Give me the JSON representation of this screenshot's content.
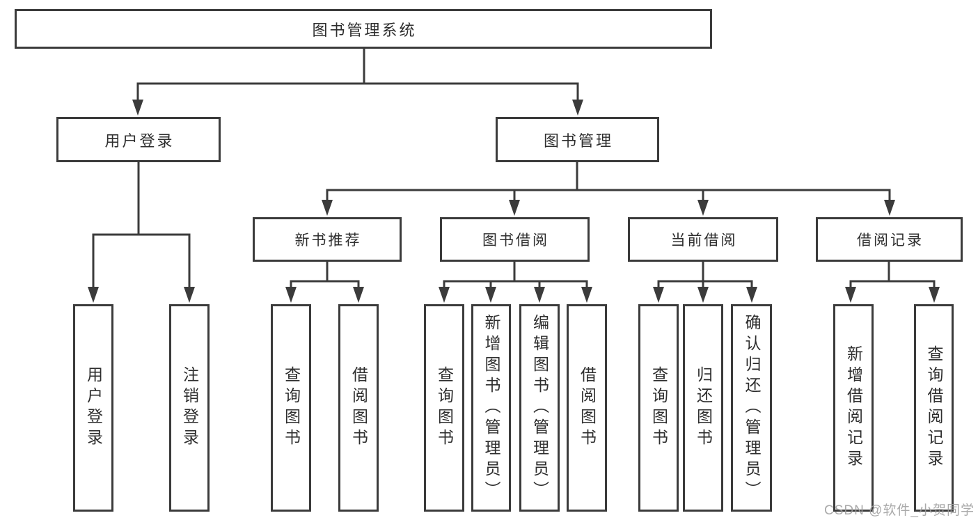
{
  "diagram": {
    "title": "图书管理系统",
    "level2": {
      "user_login": "用户登录",
      "book_management": "图书管理"
    },
    "level3": {
      "new_book_recommend": "新书推荐",
      "book_borrowing": "图书借阅",
      "current_borrowing": "当前借阅",
      "borrowing_records": "借阅记录"
    },
    "leaves": {
      "user_login": [
        "用户登录",
        "注销登录"
      ],
      "new_book_recommend": [
        "查询图书",
        "借阅图书"
      ],
      "book_borrowing": [
        "查询图书",
        "新增图书（管理员）",
        "编辑图书（管理员）",
        "借阅图书"
      ],
      "current_borrowing": [
        "查询图书",
        "归还图书",
        "确认归还（管理员）"
      ],
      "borrowing_records": [
        "新增借阅记录",
        "查询借阅记录"
      ]
    }
  },
  "watermark": "CSDN @软件_小贺同学",
  "colors": {
    "line": "#3b3b3b",
    "text": "#2e2e2e",
    "watermark": "#9e9e9e",
    "background": "#ffffff"
  }
}
